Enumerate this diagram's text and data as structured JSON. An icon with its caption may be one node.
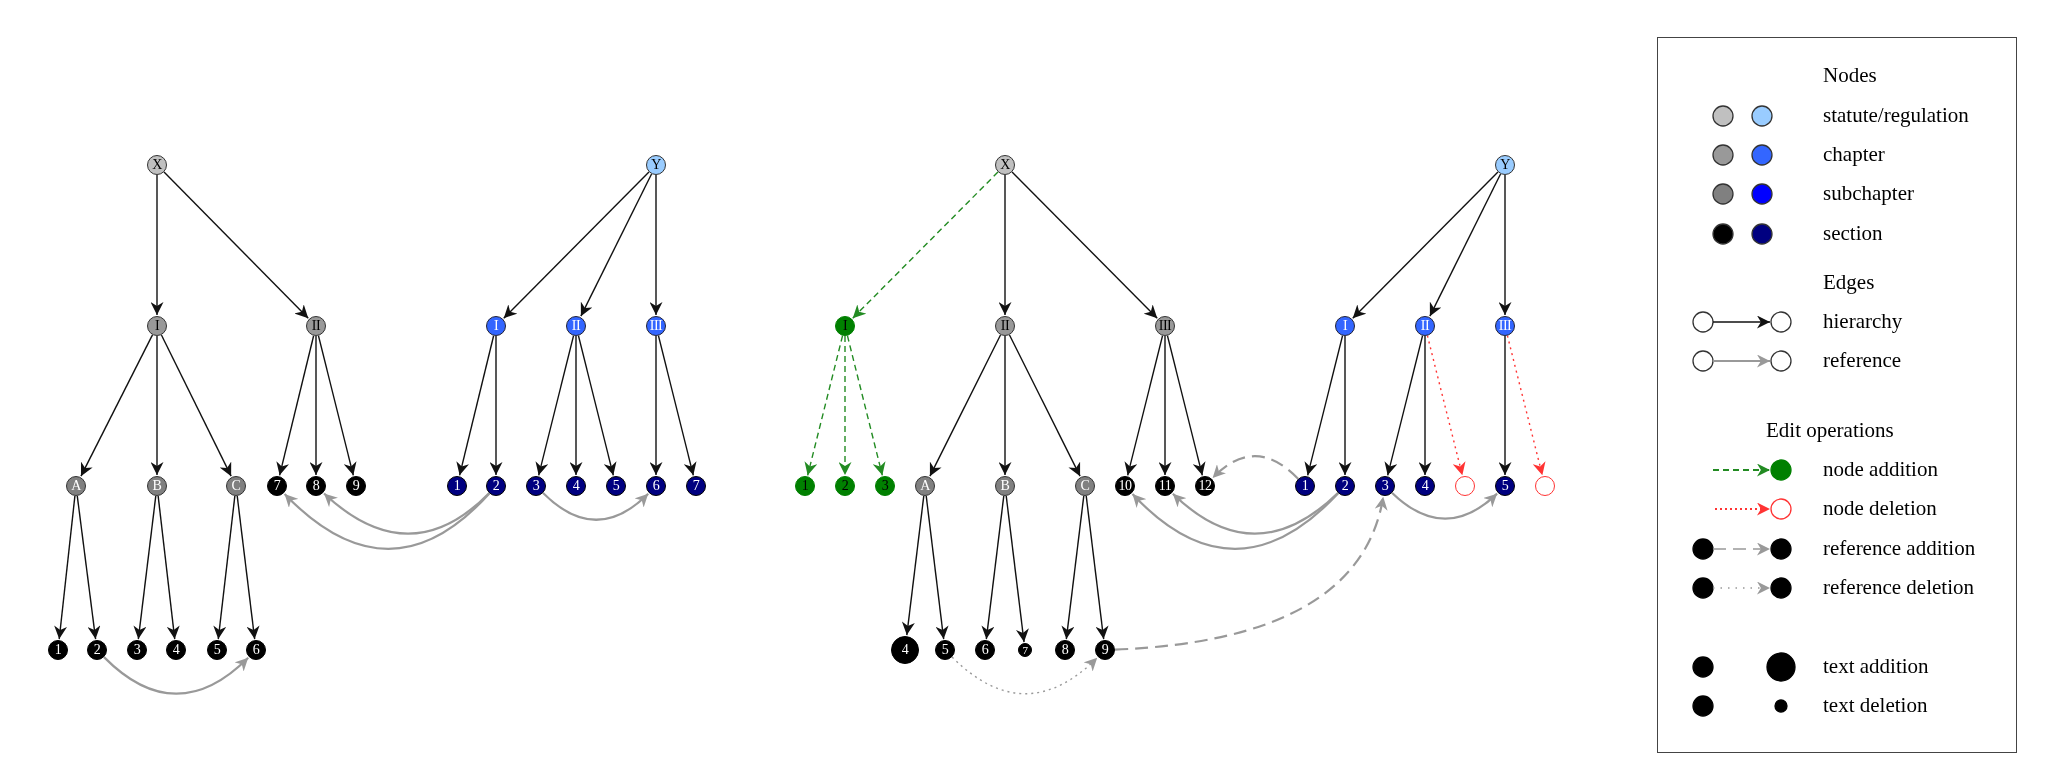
{
  "diagram": {
    "nodes": [
      {
        "text": [
          "X"
        ]
      },
      {
        "text": [
          "Y"
        ]
      },
      {
        "text": [
          "I"
        ]
      },
      {
        "text": [
          "II"
        ]
      },
      {
        "text": [
          "I"
        ]
      },
      {
        "text": [
          "II"
        ]
      },
      {
        "text": [
          "III"
        ]
      },
      {
        "text": [
          "A"
        ]
      },
      {
        "text": [
          "B"
        ]
      },
      {
        "text": [
          "C"
        ]
      },
      {
        "text": [
          "7"
        ]
      },
      {
        "text": [
          "8"
        ]
      },
      {
        "text": [
          "9"
        ]
      },
      {
        "text": [
          "1"
        ]
      },
      {
        "text": [
          "2"
        ]
      },
      {
        "text": [
          "3"
        ]
      },
      {
        "text": [
          "4"
        ]
      },
      {
        "text": [
          "5"
        ]
      },
      {
        "text": [
          "6"
        ]
      },
      {
        "text": [
          "7"
        ]
      },
      {
        "text": [
          "1"
        ]
      },
      {
        "text": [
          "2"
        ]
      },
      {
        "text": [
          "3"
        ]
      },
      {
        "text": [
          "4"
        ]
      },
      {
        "text": [
          "5"
        ]
      },
      {
        "text": [
          "6"
        ]
      },
      {
        "text": [
          "X"
        ]
      },
      {
        "text": [
          "Y"
        ]
      },
      {
        "text": [
          "I"
        ]
      },
      {
        "text": [
          "II"
        ]
      },
      {
        "text": [
          "III"
        ]
      },
      {
        "text": [
          "I"
        ]
      },
      {
        "text": [
          "II"
        ]
      },
      {
        "text": [
          "III"
        ]
      },
      {
        "text": [
          "1"
        ]
      },
      {
        "text": [
          "2"
        ]
      },
      {
        "text": [
          "3"
        ]
      },
      {
        "text": [
          "A"
        ]
      },
      {
        "text": [
          "B"
        ]
      },
      {
        "text": [
          "C"
        ]
      },
      {
        "text": [
          "10"
        ]
      },
      {
        "text": [
          "11"
        ]
      },
      {
        "text": [
          "12"
        ]
      },
      {
        "text": [
          "1"
        ]
      },
      {
        "text": [
          "2"
        ]
      },
      {
        "text": [
          "3"
        ]
      },
      {
        "text": [
          "4"
        ]
      },
      {
        "text": [],
        "shape": "circle"
      },
      {
        "text": [
          "5"
        ]
      },
      {
        "text": [],
        "shape": "circle"
      },
      {
        "text": [
          "4"
        ]
      },
      {
        "text": [
          "5"
        ]
      },
      {
        "text": [
          "6"
        ]
      },
      {
        "text": [
          "7"
        ]
      },
      {
        "text": [
          "8"
        ]
      },
      {
        "text": [
          "9"
        ]
      }
    ],
    "edges": [
      {
        "from": 0,
        "to": 2,
        "arrow": "to"
      },
      {
        "from": 0,
        "to": 3,
        "arrow": "to"
      },
      {
        "from": 1,
        "to": 4,
        "arrow": "to"
      },
      {
        "from": 1,
        "to": 5,
        "arrow": "to"
      },
      {
        "from": 1,
        "to": 6,
        "arrow": "to"
      },
      {
        "from": 2,
        "to": 7,
        "arrow": "to"
      },
      {
        "from": 2,
        "to": 8,
        "arrow": "to"
      },
      {
        "from": 2,
        "to": 9,
        "arrow": "to"
      },
      {
        "from": 3,
        "to": 10,
        "arrow": "to"
      },
      {
        "from": 3,
        "to": 11,
        "arrow": "to"
      },
      {
        "from": 3,
        "to": 12,
        "arrow": "to"
      },
      {
        "from": 4,
        "to": 13,
        "arrow": "to"
      },
      {
        "from": 4,
        "to": 14,
        "arrow": "to"
      },
      {
        "from": 5,
        "to": 15,
        "arrow": "to"
      },
      {
        "from": 5,
        "to": 16,
        "arrow": "to"
      },
      {
        "from": 5,
        "to": 17,
        "arrow": "to"
      },
      {
        "from": 6,
        "to": 18,
        "arrow": "to"
      },
      {
        "from": 6,
        "to": 19,
        "arrow": "to"
      },
      {
        "from": 7,
        "to": 20,
        "arrow": "to"
      },
      {
        "from": 7,
        "to": 21,
        "arrow": "to"
      },
      {
        "from": 8,
        "to": 22,
        "arrow": "to"
      },
      {
        "from": 8,
        "to": 23,
        "arrow": "to"
      },
      {
        "from": 9,
        "to": 24,
        "arrow": "to"
      },
      {
        "from": 9,
        "to": 25,
        "arrow": "to"
      },
      {
        "from": 21,
        "to": 25,
        "arrow": "to",
        "color": "#999999"
      },
      {
        "from": 14,
        "to": 10,
        "arrow": "to",
        "color": "#999999"
      },
      {
        "from": 14,
        "to": 11,
        "arrow": "to",
        "color": "#999999"
      },
      {
        "from": 15,
        "to": 18,
        "arrow": "to",
        "color": "#999999"
      },
      {
        "from": 26,
        "to": 28,
        "arrow": "to",
        "style": "dashed",
        "color": "#228b22"
      },
      {
        "from": 26,
        "to": 29,
        "arrow": "to"
      },
      {
        "from": 26,
        "to": 30,
        "arrow": "to"
      },
      {
        "from": 27,
        "to": 31,
        "arrow": "to"
      },
      {
        "from": 27,
        "to": 32,
        "arrow": "to"
      },
      {
        "from": 27,
        "to": 33,
        "arrow": "to"
      },
      {
        "from": 28,
        "to": 34,
        "arrow": "to",
        "style": "dashed",
        "color": "#228b22"
      },
      {
        "from": 28,
        "to": 35,
        "arrow": "to",
        "style": "dashed",
        "color": "#228b22"
      },
      {
        "from": 28,
        "to": 36,
        "arrow": "to",
        "style": "dashed",
        "color": "#228b22"
      },
      {
        "from": 29,
        "to": 37,
        "arrow": "to"
      },
      {
        "from": 29,
        "to": 38,
        "arrow": "to"
      },
      {
        "from": 29,
        "to": 39,
        "arrow": "to"
      },
      {
        "from": 30,
        "to": 40,
        "arrow": "to"
      },
      {
        "from": 30,
        "to": 41,
        "arrow": "to"
      },
      {
        "from": 30,
        "to": 42,
        "arrow": "to"
      },
      {
        "from": 31,
        "to": 43,
        "arrow": "to"
      },
      {
        "from": 31,
        "to": 44,
        "arrow": "to"
      },
      {
        "from": 32,
        "to": 45,
        "arrow": "to"
      },
      {
        "from": 32,
        "to": 46,
        "arrow": "to"
      },
      {
        "from": 32,
        "to": 47,
        "arrow": "to",
        "style": "dashed",
        "color": "#ff3333"
      },
      {
        "from": 33,
        "to": 48,
        "arrow": "to"
      },
      {
        "from": 33,
        "to": 49,
        "arrow": "to",
        "style": "dashed",
        "color": "#ff3333"
      },
      {
        "from": 37,
        "to": 50,
        "arrow": "to"
      },
      {
        "from": 37,
        "to": 51,
        "arrow": "to"
      },
      {
        "from": 38,
        "to": 52,
        "arrow": "to"
      },
      {
        "from": 38,
        "to": 53,
        "arrow": "to"
      },
      {
        "from": 39,
        "to": 54,
        "arrow": "to"
      },
      {
        "from": 39,
        "to": 55,
        "arrow": "to"
      },
      {
        "from": 43,
        "to": 42,
        "arrow": "to",
        "style": "dashed",
        "color": "#999999"
      },
      {
        "from": 44,
        "to": 40,
        "arrow": "to",
        "color": "#999999"
      },
      {
        "from": 44,
        "to": 41,
        "arrow": "to",
        "color": "#999999"
      },
      {
        "from": 45,
        "to": 48,
        "arrow": "to",
        "color": "#999999"
      },
      {
        "from": 55,
        "to": 45,
        "arrow": "to",
        "style": "dashed",
        "color": "#999999"
      },
      {
        "from": 51,
        "to": 55,
        "arrow": "to",
        "style": "dashed",
        "color": "#999999"
      }
    ],
    "labels": [
      "Nodes",
      "Edges",
      "Edit operations"
    ],
    "legend": [
      {
        "text": "statute/regulation"
      },
      {
        "text": "chapter"
      },
      {
        "text": "subchapter"
      },
      {
        "text": "section"
      },
      {
        "text": "hierarchy"
      },
      {
        "text": "reference"
      },
      {
        "text": "node addition"
      },
      {
        "text": "node deletion"
      },
      {
        "text": "reference addition"
      },
      {
        "text": "reference deletion"
      },
      {
        "text": "text addition"
      },
      {
        "text": "text deletion"
      }
    ]
  }
}
